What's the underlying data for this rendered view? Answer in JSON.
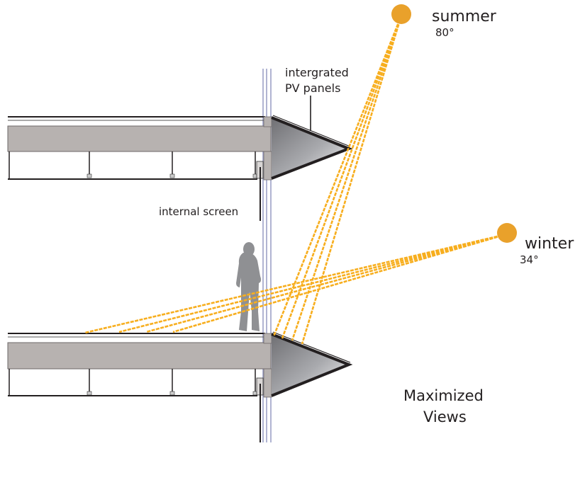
{
  "diagram": {
    "type": "architectural-section",
    "subject": "Building facade section showing sun angles, PV shading fins and views",
    "labels": {
      "summer": "summer",
      "summer_angle": "80°",
      "winter": "winter",
      "winter_angle": "34°",
      "pv_line1": "intergrated",
      "pv_line2": "PV panels",
      "internal_screen": "internal screen",
      "views_line1": "Maximized",
      "views_line2": "Views"
    },
    "colors": {
      "sun": "#e9a12b",
      "ray": "#f7ae1e",
      "slab": "#b7b2b0",
      "outline": "#231f20",
      "glazing": "#8e94bf",
      "person": "#8f9093",
      "view_cone_start": "#b58f84",
      "view_cone_end": "#ffffff"
    },
    "sun_positions": [
      {
        "name": "summer",
        "altitude_deg": 80
      },
      {
        "name": "winter",
        "altitude_deg": 34
      }
    ],
    "floors": 2,
    "ray_count_per_sun": 4
  }
}
